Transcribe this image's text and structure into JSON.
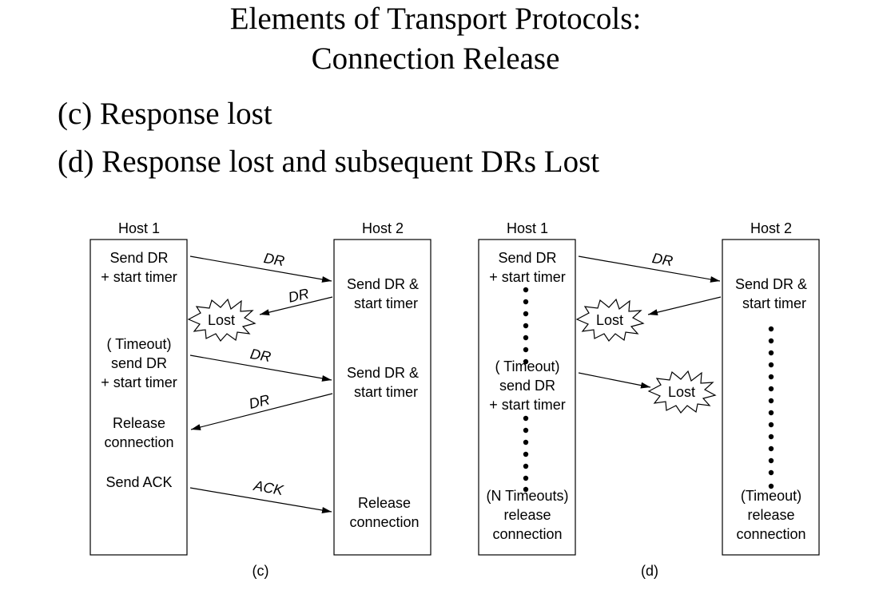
{
  "title": {
    "line1": "Elements of Transport Protocols:",
    "line2": "Connection Release"
  },
  "bullets": [
    "(c) Response lost",
    "(d) Response lost and subsequent DRs Lost"
  ],
  "diagram_c": {
    "caption": "(c)",
    "host1_header": "Host 1",
    "host2_header": "Host 2",
    "host1_events": [
      [
        "Send DR",
        "+ start timer"
      ],
      [
        "( Timeout)",
        "send DR",
        "+ start timer"
      ],
      [
        "Release",
        "connection"
      ],
      [
        "Send ACK"
      ]
    ],
    "host2_events": [
      [
        "Send DR &",
        "start timer"
      ],
      [
        "Send DR &",
        "start timer"
      ],
      [
        "Release",
        "connection"
      ]
    ],
    "messages": [
      "DR",
      "DR",
      "DR",
      "DR",
      "ACK"
    ],
    "lost_label": "Lost"
  },
  "diagram_d": {
    "caption": "(d)",
    "host1_header": "Host 1",
    "host2_header": "Host 2",
    "host1_events": [
      [
        "Send DR",
        "+ start timer"
      ],
      [
        "( Timeout)",
        "send DR",
        "+ start timer"
      ],
      [
        "(N Timeouts)",
        "release",
        "connection"
      ]
    ],
    "host2_events": [
      [
        "Send DR &",
        "start timer"
      ],
      [
        "(Timeout)",
        "release",
        "connection"
      ]
    ],
    "messages": [
      "DR"
    ],
    "lost_labels": [
      "Lost",
      "Lost"
    ]
  }
}
